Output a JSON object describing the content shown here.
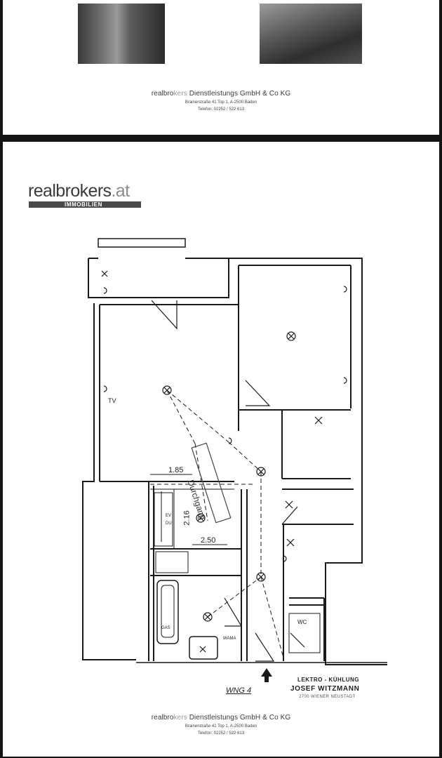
{
  "footer": {
    "company_prefix": "realbro",
    "company_brand_light": "kers",
    "company_rest": " Dienstleistungs GmbH & Co KG",
    "address": "Brainerstraße 41 Top 1, A-2500 Baden",
    "phone": "Telefon: 02252 / 522 613"
  },
  "footer2": {
    "company_prefix": "realbro",
    "company_brand_light": "kers",
    "company_rest": " Dienstleistungs GmbH & Co KG",
    "address": "Brainerstraße 41 Top 1, A-2500 Baden",
    "phone": "Telefon: 02252 / 522 613"
  },
  "logo": {
    "word_dark": "realbrokers",
    "word_light": ".at",
    "subtitle": "IMMOBILIEN"
  },
  "plan": {
    "dim_width": "1.85",
    "dim_height": "2.16",
    "dim_kitchen": "2.50",
    "label_tv": "TV",
    "label_ev": "EV",
    "label_du": "DU",
    "label_gas": "GAS",
    "label_wc": "WC",
    "label_wama": "WAMA",
    "label_strip": "Durchgang",
    "label_wng": "WNG 4",
    "stamp_line1": "LEKTRO - KÜHLUNG",
    "stamp_line2": "JOSEF WITZMANN",
    "stamp_line3": "2700 WIENER NEUSTADT"
  }
}
